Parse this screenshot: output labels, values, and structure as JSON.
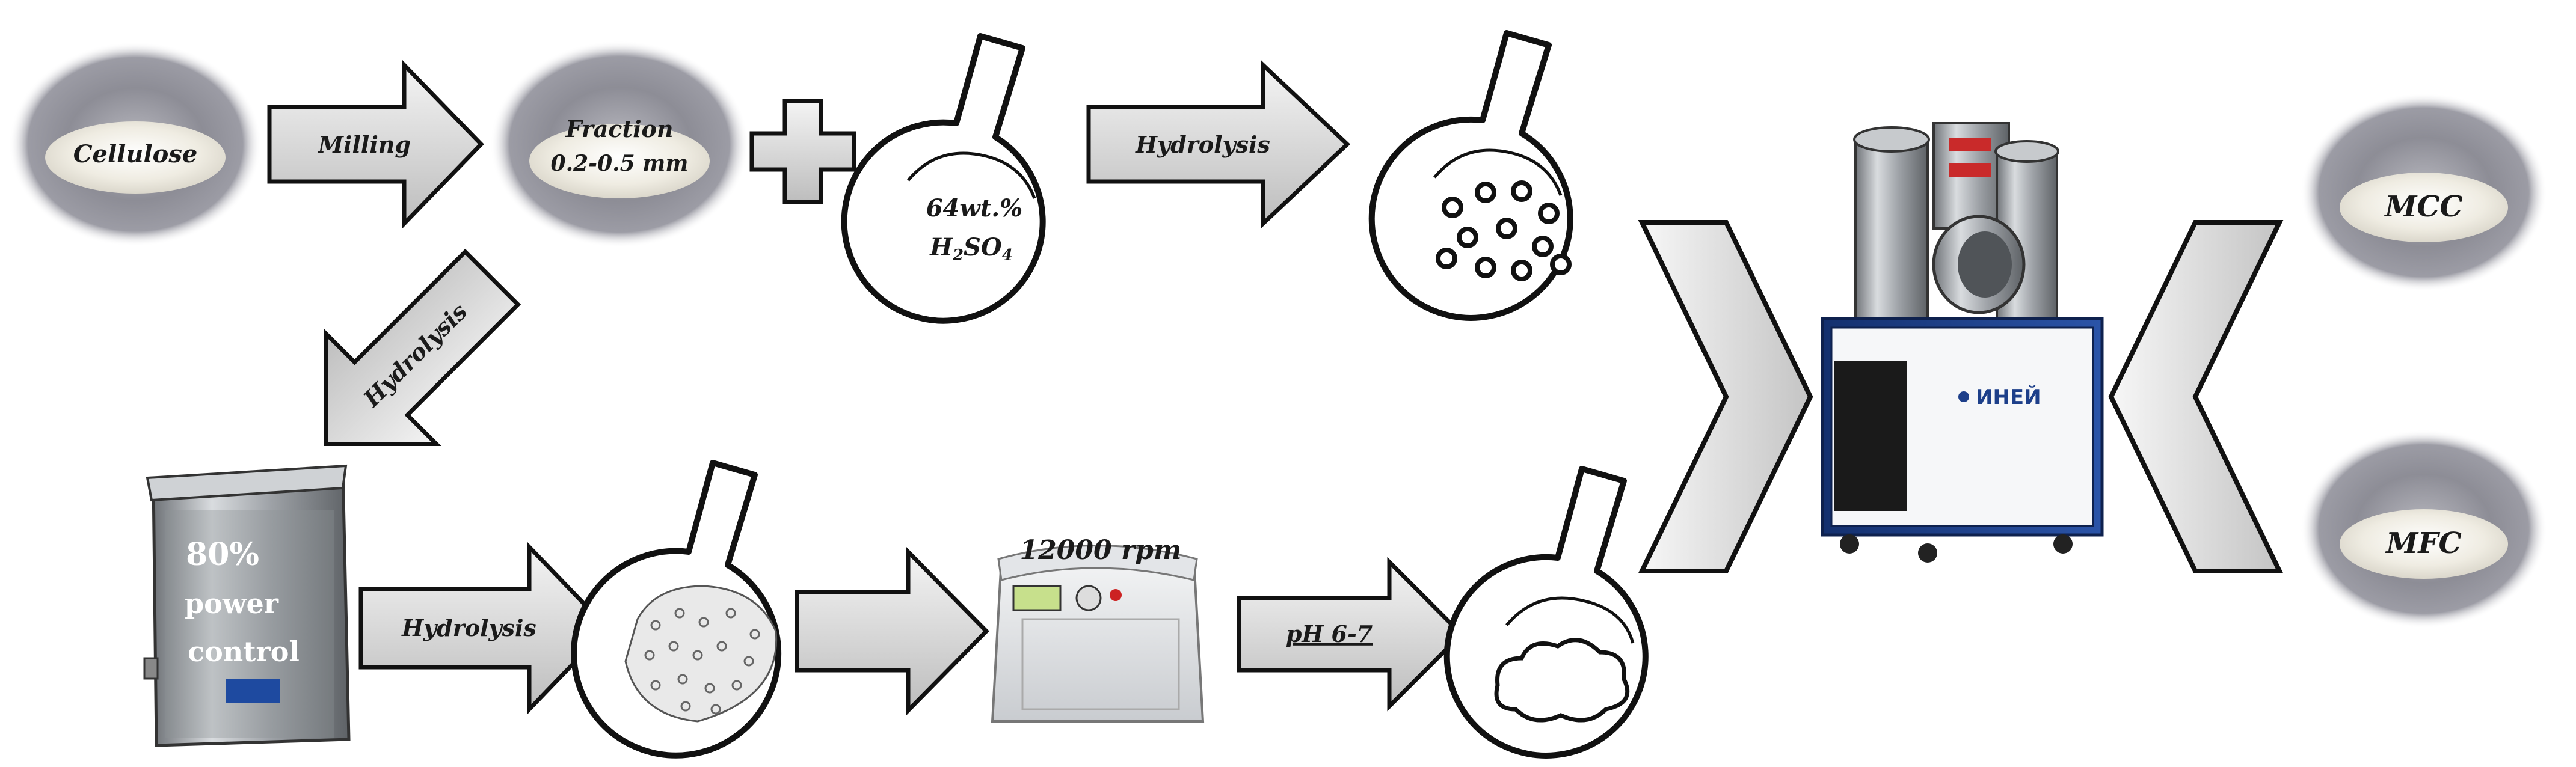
{
  "materials": {
    "cellulose": "Cellulose",
    "fraction_line1": "Fraction",
    "fraction_line2": "0.2-0.5 mm",
    "mcc": "MCC",
    "mfc": "MFC"
  },
  "steps": {
    "milling": "Milling",
    "hydrolysis_top": "Hydrolysis",
    "hydrolysis_diag": "Hydrolysis",
    "hydrolysis_bottom": "Hydrolysis",
    "ph": "pH 6-7"
  },
  "reagent": {
    "line1": "64wt.%",
    "line2_base": "H",
    "line2_sub": "2",
    "line2_mid": "SO",
    "line2_sub2": "4"
  },
  "equipment": {
    "ultrasonic_line1": "80%",
    "ultrasonic_line2": "power",
    "ultrasonic_line3": "control",
    "centrifuge_speed": "12000 rpm",
    "dryer_brand": "ИНЕЙ"
  },
  "colors": {
    "powder_halo": "#8d8d96",
    "powder": "#f2efe6",
    "arrow": "#d6d6d6",
    "steel": "#a9adb2",
    "dryer_blue": "#1d3f8a"
  }
}
